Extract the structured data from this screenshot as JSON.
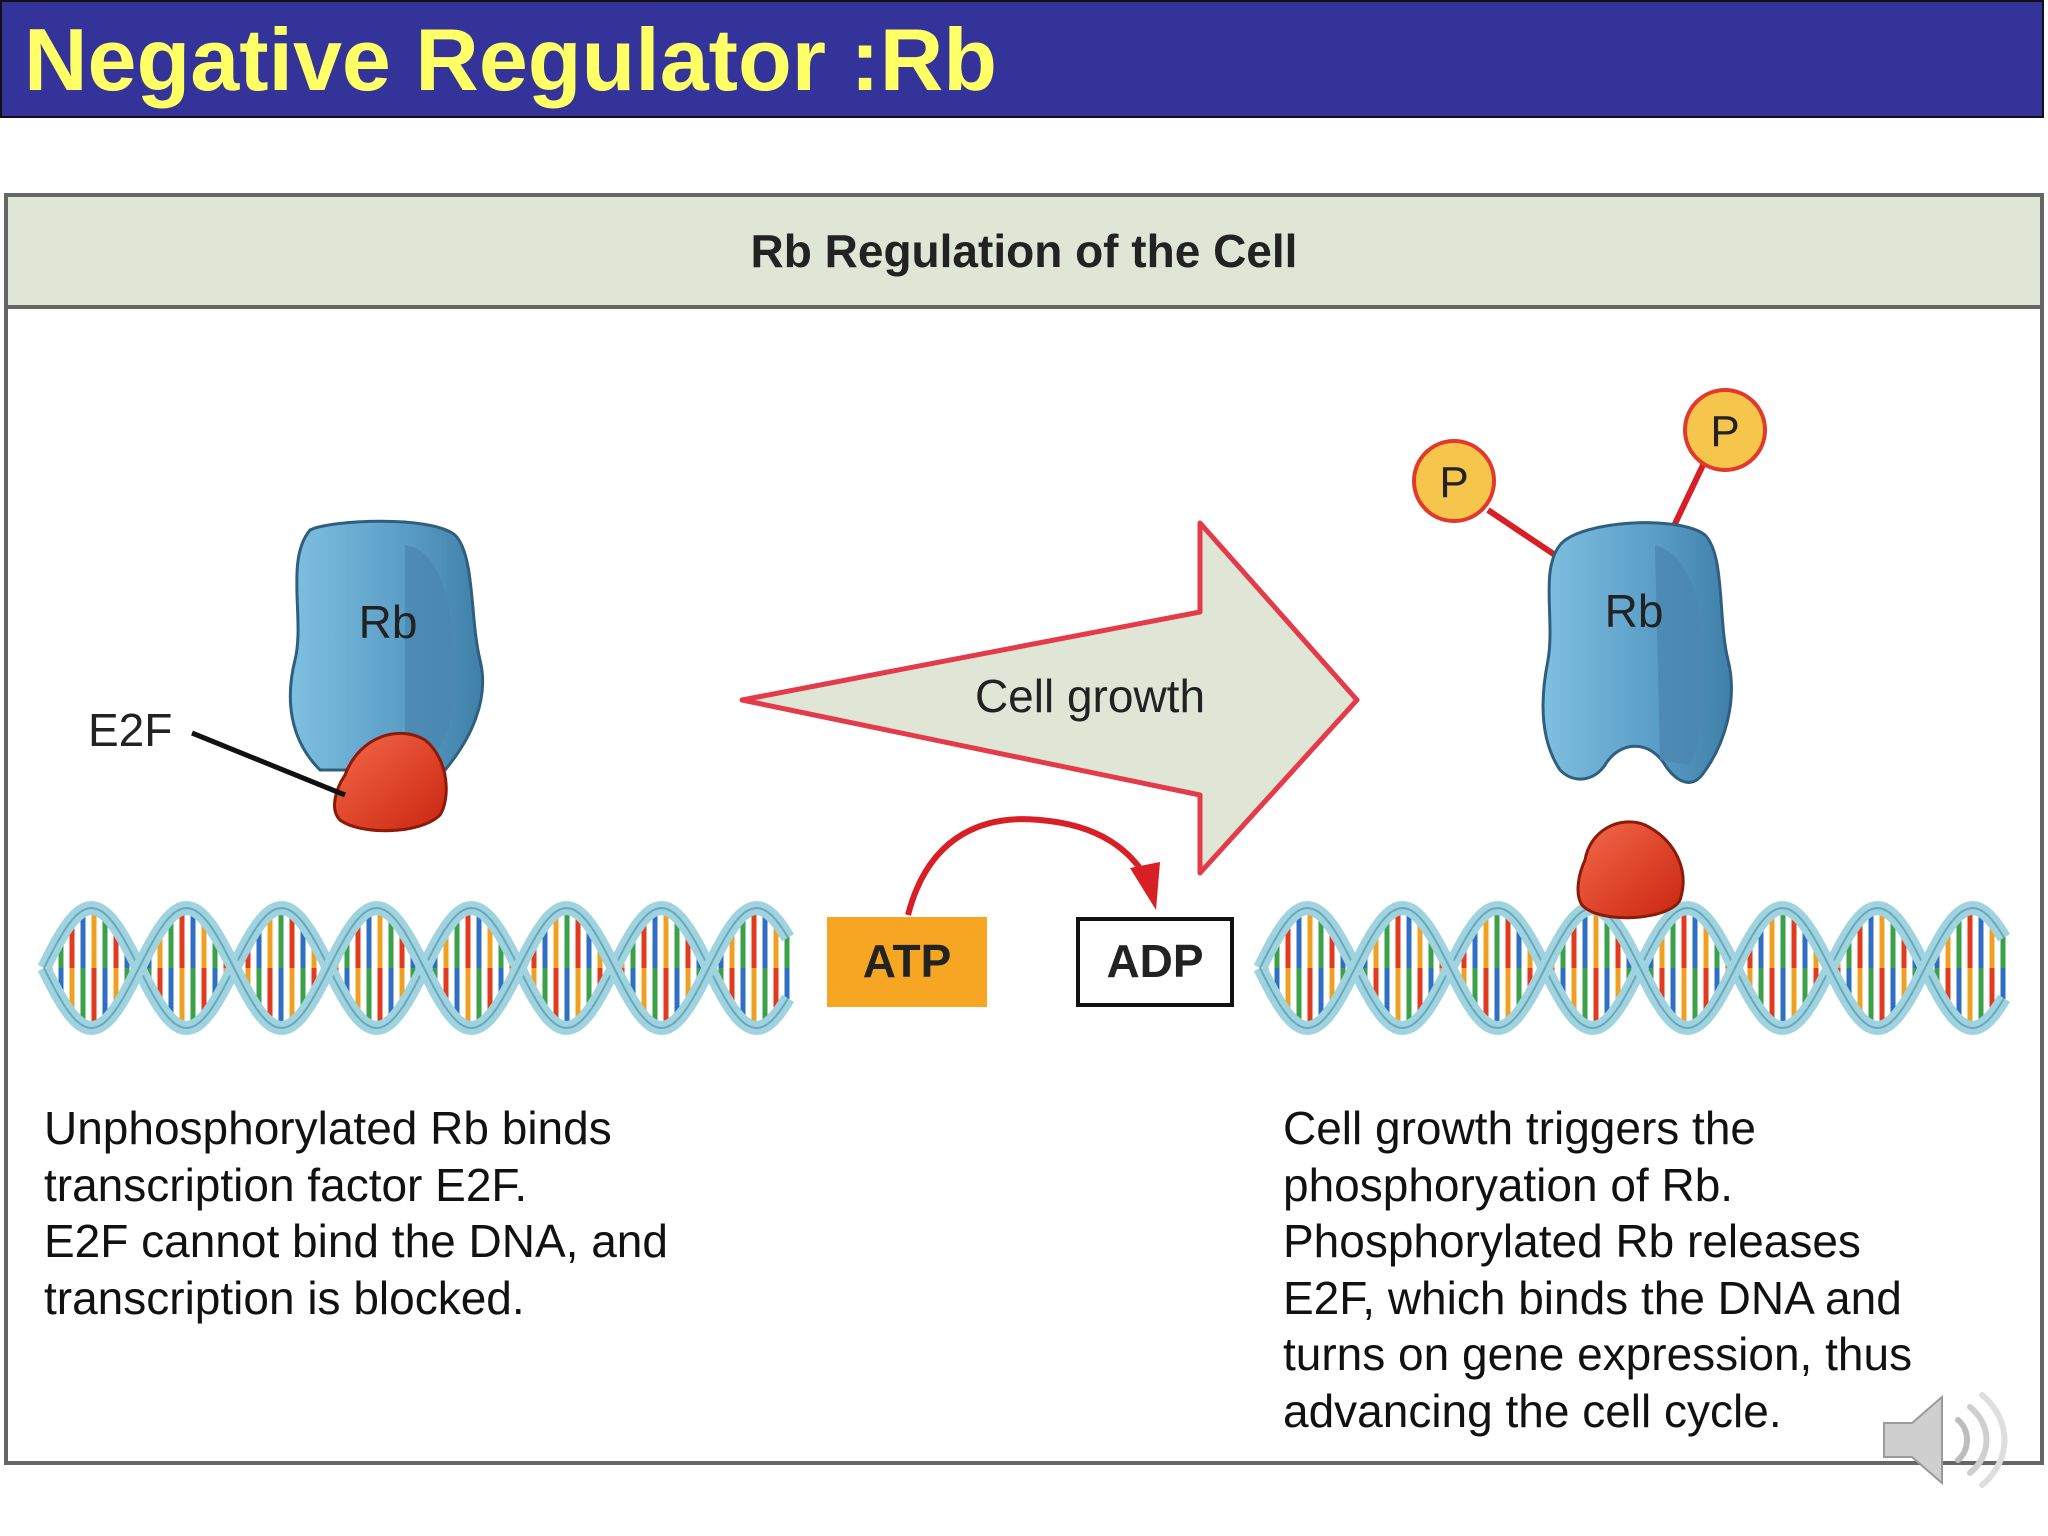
{
  "title": "Negative Regulator :Rb",
  "figure": {
    "title": "Rb Regulation of the Cell",
    "left_panel": {
      "rb_label": "Rb",
      "e2f_label": "E2F",
      "caption_lines": [
        "Unphosphorylated Rb binds",
        "transcription factor E2F.",
        "E2F cannot bind the DNA, and",
        "transcription is blocked."
      ]
    },
    "middle": {
      "arrow_label": "Cell growth",
      "atp_label": "ATP",
      "adp_label": "ADP"
    },
    "right_panel": {
      "rb_label": "Rb",
      "phosphate_labels": [
        "P",
        "P"
      ],
      "caption_lines": [
        "Cell growth triggers the",
        "phosphoryation of Rb.",
        "Phosphorylated Rb releases",
        "E2F, which binds the DNA and",
        "turns on gene expression, thus",
        "advancing the cell cycle."
      ]
    }
  },
  "colors": {
    "title_bg": "#333399",
    "title_text": "#ffff66",
    "rb_protein": "#5b9fc7",
    "e2f_protein": "#e23a1c",
    "phosphate": "#f6c64c",
    "arrow_fill": "#dfe6d6",
    "arrow_stroke": "#e43a4a",
    "atp_box": "#f6a623"
  },
  "icons": {
    "speaker": "speaker-icon"
  }
}
